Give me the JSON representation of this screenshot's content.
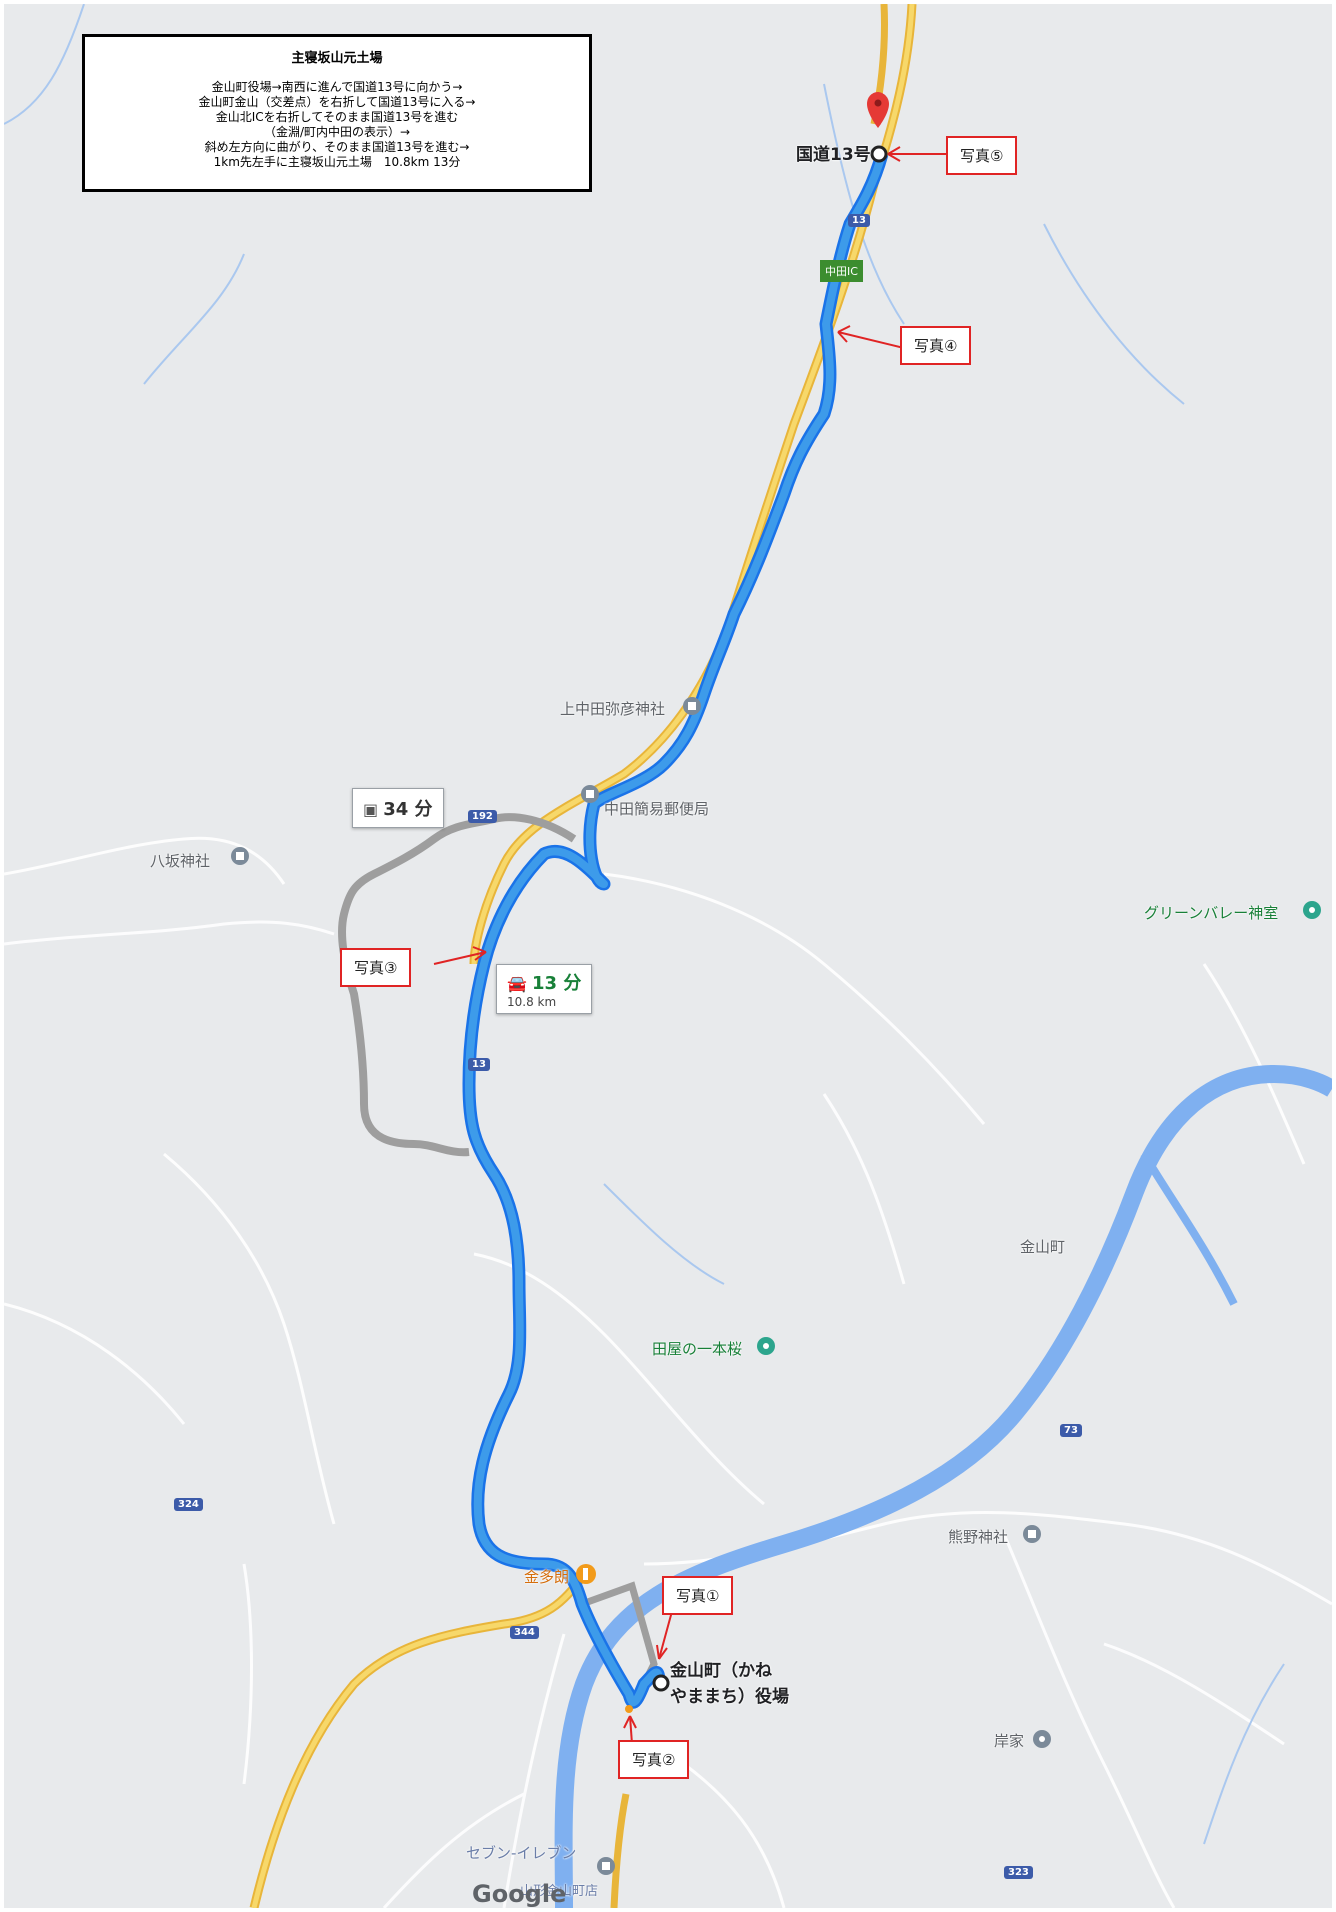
{
  "info": {
    "title": "主寝坂山元土場",
    "steps": [
      "金山町役場→南西に進んで国道13号に向かう→",
      "金山町金山（交差点）を右折して国道13号に入る→",
      "金山北ICを右折してそのまま国道13号を進む",
      "（金淵/町内中田の表示）→",
      "斜め左方向に曲がり、そのまま国道13号を進む→",
      "1km先左手に主寝坂山元土場　10.8km 13分"
    ]
  },
  "photos": {
    "p1": "写真①",
    "p2": "写真②",
    "p3": "写真③",
    "p4": "写真④",
    "p5": "写真⑤"
  },
  "places": {
    "route13": "国道13号",
    "kaminakada": "上中田弥彦神社",
    "nakada_post": "中田簡易郵便局",
    "yasaka": "八坂神社",
    "green_valley": "グリーンバレー神室",
    "kaneyama": "金山町",
    "taya": "田屋の一本桜",
    "kumano": "熊野神社",
    "kinta": "金多朗",
    "kishike": "岸家",
    "office1": "金山町（かね",
    "office2": "やままち）役場",
    "seven1": "セブン-イレブン",
    "seven2": "山形金山町店",
    "nakada_ic": "中田IC"
  },
  "routes": {
    "transit_time": "34 分",
    "drive_time": "13 分",
    "drive_dist": "10.8 km"
  },
  "shields": {
    "r13a": "13",
    "r13b": "13",
    "r192": "192",
    "r324": "324",
    "r344": "344",
    "r73": "73",
    "r323": "323"
  },
  "brand": {
    "google": "Google"
  },
  "colors": {
    "route": "#3d9bea",
    "route_edge": "#1a73e8",
    "alt_route": "#9e9e9e",
    "river": "#7fb0f0",
    "highway": "#f6c342",
    "label_border": "#e02424"
  }
}
